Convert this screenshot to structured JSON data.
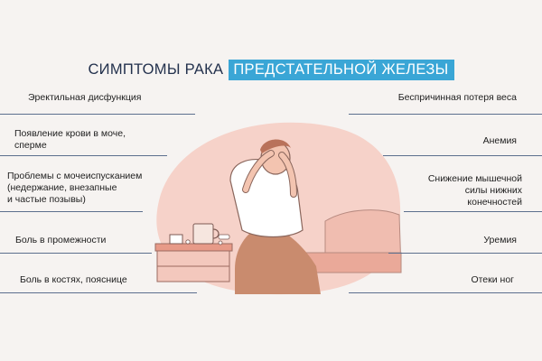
{
  "title": {
    "part1": "СИМПТОМЫ РАКА",
    "part2": "ПРЕДСТАТЕЛЬНОЙ ЖЕЛЕЗЫ"
  },
  "colors": {
    "accent": "#3aa6d6",
    "title_text": "#23314d",
    "line": "#5c6f8e",
    "blob": "#f6d2c9"
  },
  "symptoms_left": [
    {
      "lines": [
        "Эректильная дисфункция"
      ]
    },
    {
      "lines": [
        "Появление крови в моче,",
        "сперме"
      ]
    },
    {
      "lines": [
        "Проблемы с мочеиспусканием",
        "(недержание, внезапные",
        "и частые позывы)"
      ]
    },
    {
      "lines": [
        "Боль в промежности"
      ]
    },
    {
      "lines": [
        "Боль в костях, пояснице"
      ]
    }
  ],
  "symptoms_right": [
    {
      "lines": [
        "Беспричинная потеря веса"
      ]
    },
    {
      "lines": [
        "Анемия"
      ]
    },
    {
      "lines": [
        "Снижение мышечной",
        "силы нижних",
        "конечностей"
      ]
    },
    {
      "lines": [
        "Уремия"
      ]
    },
    {
      "lines": [
        "Отеки ног"
      ]
    }
  ],
  "illustration": {
    "icons": [
      "sad-man-icon",
      "mug-icon",
      "pills-icon",
      "bed-icon"
    ]
  }
}
